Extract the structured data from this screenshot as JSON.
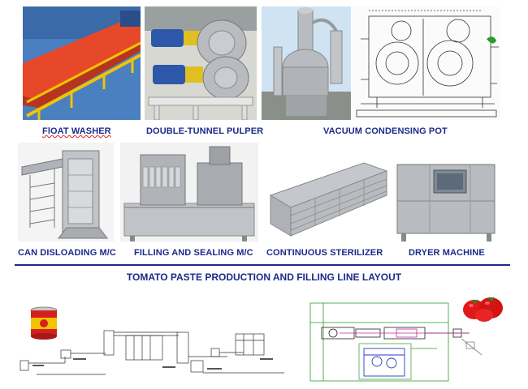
{
  "captions": {
    "washer": "FlOAT WASHER",
    "pulper": "DOUBLE-TUNNEL PULPER",
    "vacuum_pot": "VACUUM CONDENSING POT",
    "can_disloading": "CAN DISLOADING M/C",
    "filling_sealing": "FILLING AND SEALING M/C",
    "sterilizer": "CONTINUOUS STERILIZER",
    "dryer": "DRYER MACHINE"
  },
  "layout_title": "TOMATO PASTE PRODUCTION AND FILLING LINE LAYOUT",
  "colors": {
    "caption": "#1c2a8a",
    "washer_belt": "#e8482a",
    "washer_rail": "#f2c400",
    "pulper_motor": "#2d57a8",
    "pulper_pump": "#e0c020",
    "steel": "#b8bcc0",
    "sky": "#cfe3f3",
    "drawing_line": "#2a9a2a",
    "tomato": "#e01818"
  },
  "icons": [
    "tomato-can-icon",
    "tomato-icon"
  ]
}
